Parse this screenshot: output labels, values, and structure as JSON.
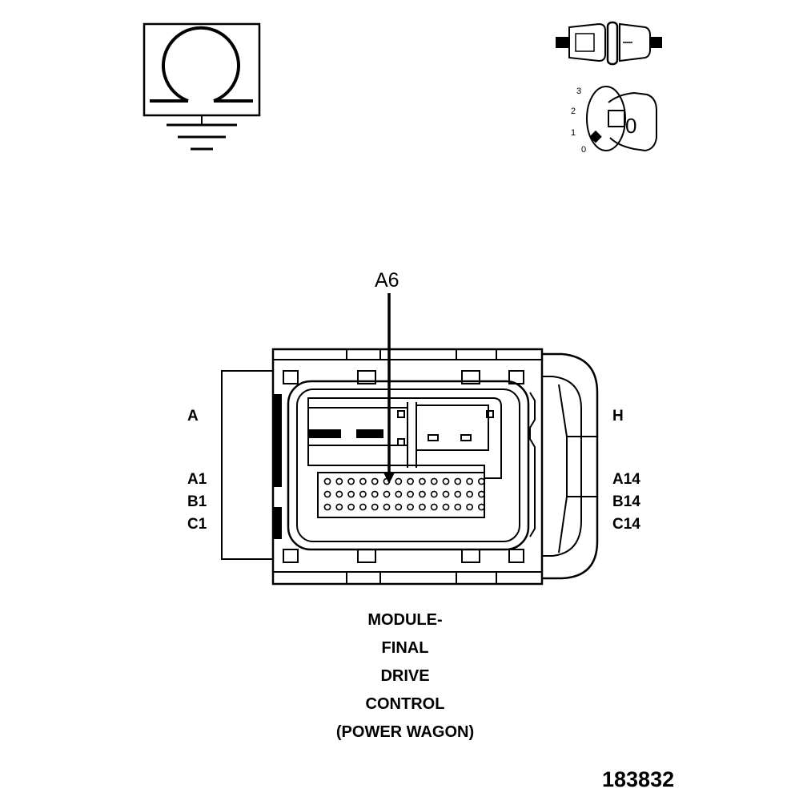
{
  "callout": {
    "cavity": "A6"
  },
  "connector": {
    "side_left": "A",
    "side_right": "H",
    "rows_left": [
      "A1",
      "B1",
      "C1"
    ],
    "rows_right": [
      "A14",
      "B14",
      "C14"
    ],
    "cavity_rows": 3,
    "cavities_per_row": 14
  },
  "title_lines": [
    "MODULE-",
    "FINAL",
    "DRIVE",
    "CONTROL",
    "(POWER WAGON)"
  ],
  "ignition_positions": [
    "3",
    "2",
    "1",
    "0"
  ],
  "key_label": "0",
  "figure_number": "183832",
  "icons": {
    "resistance": "ohm-ground-icon",
    "fuse": "fuse-icon",
    "ignition": "ignition-key-icon"
  }
}
